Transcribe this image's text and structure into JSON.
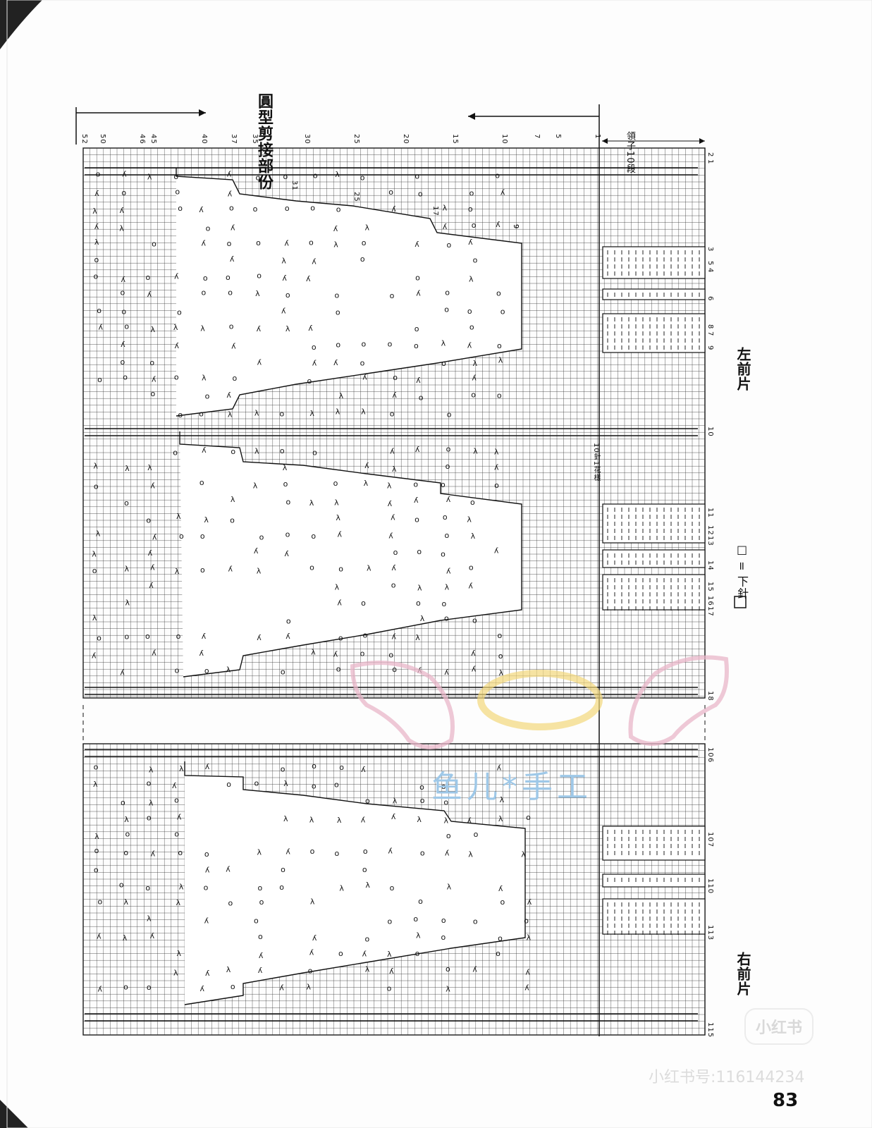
{
  "header": {
    "section_title": "圓型剪接部份",
    "neck_label": "領子10段"
  },
  "panels": {
    "left_front": "左前片",
    "right_front": "右前片"
  },
  "legend": {
    "box_equals": "□ = 下針",
    "repeat_note": "10針1花樣"
  },
  "column_numbers": [
    "52",
    "50",
    "46",
    "45",
    "40",
    "37",
    "35",
    "30",
    "25",
    "20",
    "15",
    "10",
    "7",
    "5",
    "1"
  ],
  "row_numbers": [
    "1",
    "2",
    "3",
    "4",
    "5",
    "6",
    "7",
    "8",
    "9",
    "10",
    "11",
    "12",
    "13",
    "14",
    "15",
    "16",
    "17",
    "18",
    "106",
    "107",
    "110",
    "113",
    "115"
  ],
  "inner_numbers": [
    "31",
    "25",
    "17",
    "9",
    "9"
  ],
  "page_number": "83",
  "watermark": {
    "brand": "鱼儿*手工",
    "app": "小红书",
    "id": "小红书号:116144234"
  },
  "colors": {
    "grid": "#333333",
    "wing": "#e8b6c8",
    "halo": "#f2d77a",
    "brand_text": "#9ec8e8"
  }
}
